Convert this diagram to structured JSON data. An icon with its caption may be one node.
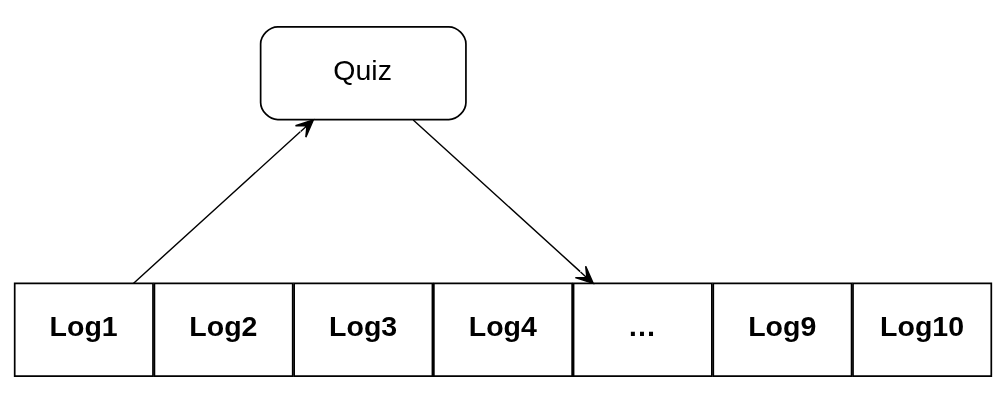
{
  "diagram": {
    "nodes": [
      {
        "text": [
          "Quiz"
        ]
      },
      {
        "text": [
          "Log1"
        ]
      },
      {
        "text": [
          "Log2"
        ]
      },
      {
        "text": [
          "Log3"
        ]
      },
      {
        "text": [
          "Log4"
        ]
      },
      {
        "text": [
          "…"
        ]
      },
      {
        "text": [
          "Log9"
        ]
      },
      {
        "text": [
          "Log10"
        ]
      }
    ],
    "edges": [
      {
        "from": 1,
        "to": 0,
        "arrow": "to"
      },
      {
        "from": 0,
        "to": 5,
        "arrow": "to"
      }
    ]
  }
}
